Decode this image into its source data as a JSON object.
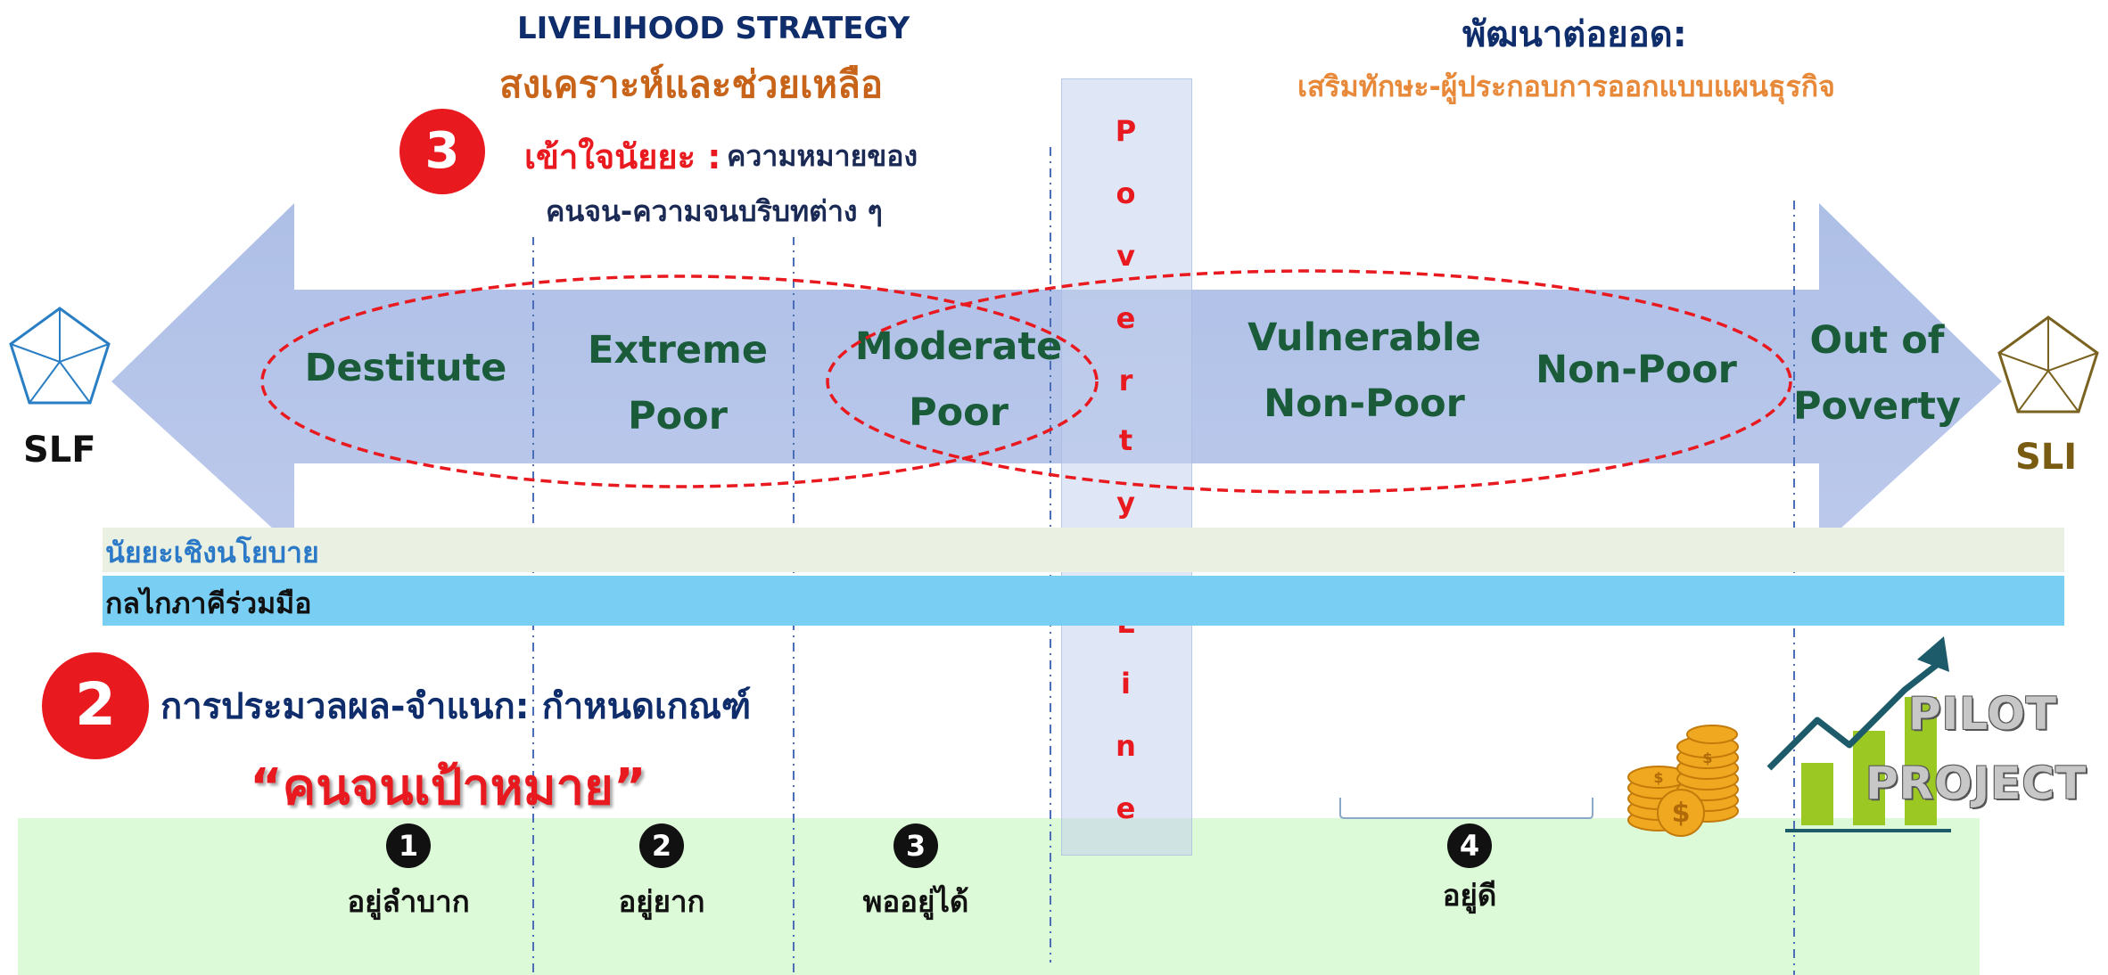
{
  "header": {
    "strategy_en": "LIVELIHOOD STRATEGY",
    "strategy_th": "สงเคราะห์และช่วยเหลือ",
    "develop_title": "พัฒนาต่อยอด:",
    "develop_sub": "เสริมทักษะ-ผู้ประกอบการออกแบบแผนธุรกิจ"
  },
  "block3": {
    "number": "3",
    "red": "เข้าใจนัยยะ :",
    "dark": "ความหมายของ",
    "line2": "คนจน-ความจนบริบทต่าง ๆ"
  },
  "stages": [
    {
      "line1": "Destitute",
      "line2": ""
    },
    {
      "line1": "Extreme",
      "line2": "Poor"
    },
    {
      "line1": "Moderate",
      "line2": "Poor"
    },
    {
      "line1": "Vulnerable",
      "line2": "Non-Poor"
    },
    {
      "line1": "Non-Poor",
      "line2": ""
    },
    {
      "line1": "Out of",
      "line2": "Poverty"
    }
  ],
  "poverty_line_letters": [
    "P",
    "o",
    "v",
    "e",
    "r",
    "t",
    "y",
    "L",
    "i",
    "n",
    "e"
  ],
  "left_label": "SLF",
  "right_label": "SLI",
  "bands": {
    "policy": "นัยยะเชิงนโยบาย",
    "partners": "กลไกภาคีร่วมมือ"
  },
  "block2": {
    "number": "2",
    "criteria": "การประมวลผล-จำแนก: กำหนดเกณฑ์",
    "target": "“คนจนเป้าหมาย”"
  },
  "levels": [
    {
      "num": "1",
      "label": "อยู่ลำบาก"
    },
    {
      "num": "2",
      "label": "อยู่ยาก"
    },
    {
      "num": "3",
      "label": "พออยู่ได้"
    },
    {
      "num": "4",
      "label": "อยู่ดี"
    }
  ],
  "pilot": {
    "line1": "PILOT",
    "line2": "PROJECT"
  },
  "colors": {
    "arrow": "#b4c4e8",
    "stage_text": "#1a5c3a",
    "red": "#e8191f",
    "navy": "#0f2d6b",
    "orange": "#c8641a",
    "band_blue": "#79cef3",
    "bottom_green": "#dcf9d8",
    "coin": "#f0a820",
    "bar_green": "#9cc823",
    "trend": "#1d5b6a"
  },
  "icons": [
    "pentagon-icon",
    "coins-icon",
    "growth-chart-icon"
  ]
}
